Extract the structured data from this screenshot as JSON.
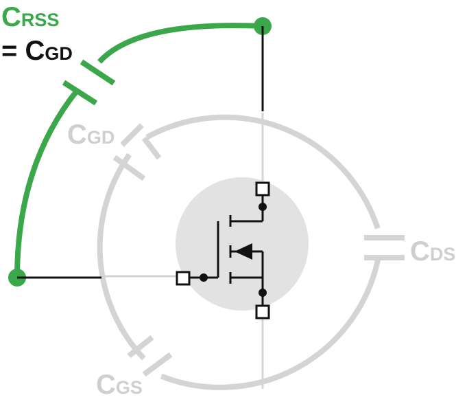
{
  "labels": {
    "crss": {
      "main": "C",
      "sub": "RSS"
    },
    "eq": {
      "prefix": "= ",
      "main": "C",
      "sub": "GD"
    },
    "cgd": {
      "main": "C",
      "sub": "GD"
    },
    "cds": {
      "main": "C",
      "sub": "DS"
    },
    "cgs": {
      "main": "C",
      "sub": "GS"
    }
  },
  "colors": {
    "highlight": "#3aa84a",
    "inactive": "#d4d4d4",
    "wire": "#111111",
    "device_fill": "#e2e2e2"
  }
}
